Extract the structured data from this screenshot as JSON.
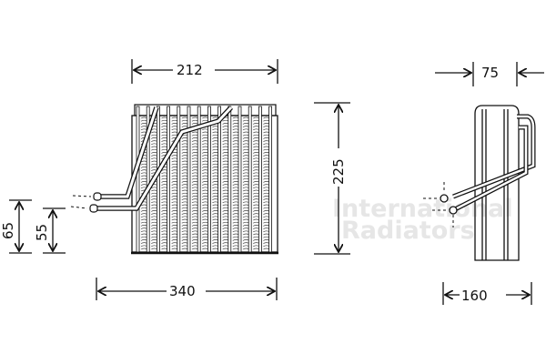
{
  "dimensions": {
    "core_width": "212",
    "overall_width": "340",
    "height": "225",
    "depth_top": "75",
    "depth_bottom": "160",
    "pipe_height_upper": "65",
    "pipe_height_lower": "55"
  },
  "watermark": {
    "line1": "International",
    "line2": "Radiators"
  },
  "colors": {
    "line": "#111111",
    "watermark": "#e6e6e6"
  }
}
